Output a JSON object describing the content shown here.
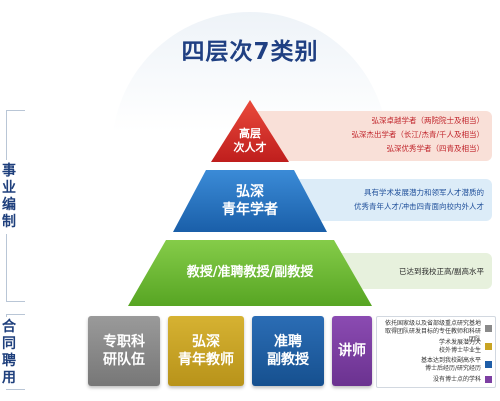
{
  "title": "四层次7类别",
  "groups": {
    "career": "事业编制",
    "contract": "合同聘用"
  },
  "levels": [
    {
      "label_lines": [
        "高层",
        "次人才"
      ]
    },
    {
      "label_lines": [
        "弘深",
        "青年学者"
      ]
    },
    {
      "label_lines": [
        "教授/准聘教授/副教授"
      ]
    }
  ],
  "descriptions": [
    {
      "lines": [
        "弘深卓越学者（两院院士及相当）",
        "弘深杰出学者（长江/杰青/千人及相当）",
        "弘深优秀学者（四青及相当）"
      ]
    },
    {
      "lines": [
        "具有学术发展潜力和领军人才潜质的",
        "优秀青年人才/冲击四青面向校内外人才"
      ]
    },
    {
      "lines": [
        "已达到我校正高/副高水平"
      ]
    }
  ],
  "contract_categories": [
    {
      "label_lines": [
        "专职科",
        "研队伍"
      ]
    },
    {
      "label_lines": [
        "弘深",
        "青年教师"
      ]
    },
    {
      "label_lines": [
        "准聘",
        "副教授"
      ]
    },
    {
      "label_lines": [
        "讲师"
      ]
    }
  ],
  "legend": [
    {
      "lines": [
        "依托国家级以及省部级重点研究基地",
        "取得团队研发目标的专任教师和科研团队"
      ],
      "color": "#8a8a8a"
    },
    {
      "lines": [
        "学术发展潜力大",
        "校外博士毕业生"
      ],
      "color": "#c9a423"
    },
    {
      "lines": [
        "基本达到我校副高水平",
        "博士后经历/研究经历"
      ],
      "color": "#1f5ea8"
    },
    {
      "lines": [
        "没有博士点的学科"
      ],
      "color": "#7d3fa3"
    }
  ],
  "colors": {
    "title": "#1f3f82",
    "top_level": "#d72a25",
    "middle_level": "#2271c2",
    "base_level": "#66b82e",
    "band_red": "#f9e0d8",
    "band_blue": "#dcecf8",
    "band_green": "#e7f1dd",
    "box_gray": "#8a8a8a",
    "box_gold": "#c9a423",
    "box_blue": "#1f5ea8",
    "box_purple": "#7d3fa3"
  },
  "icons": [
    "pyramid-diagram",
    "legend-color-square"
  ]
}
